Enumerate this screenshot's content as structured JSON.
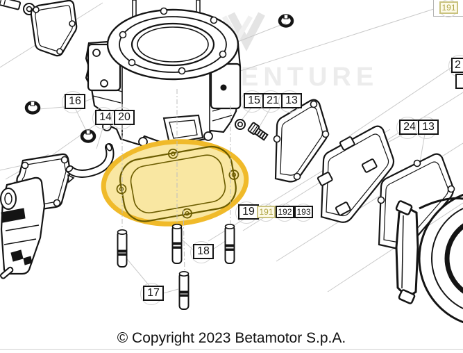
{
  "watermark": {
    "text": "DEALVENTURE"
  },
  "footer": {
    "copyright": "© Copyright 2023 Betamotor S.p.A."
  },
  "colors": {
    "line_art": "#141414",
    "leader_gray": "#c9c9c9",
    "highlight_fill": "#f9e7a2",
    "highlight_border": "#f0ba2a",
    "highlight_line": "#6b5c00",
    "callout_highlight_bg": "#fdfae8",
    "callout_highlight_border": "#c9c27e",
    "callout_highlight_text": "#aca23f"
  },
  "callouts": [
    {
      "text": "16"
    },
    {
      "text": "14"
    },
    {
      "text": "20"
    },
    {
      "text": "15"
    },
    {
      "text": "21"
    },
    {
      "text": "13"
    },
    {
      "text": "24"
    },
    {
      "text": "13"
    },
    {
      "text": "19"
    },
    {
      "text": "191",
      "highlighted": true
    },
    {
      "text": "192"
    },
    {
      "text": "193"
    },
    {
      "text": "18"
    },
    {
      "text": "17"
    },
    {
      "text": "191",
      "highlighted": true
    },
    {
      "text": "2"
    }
  ]
}
